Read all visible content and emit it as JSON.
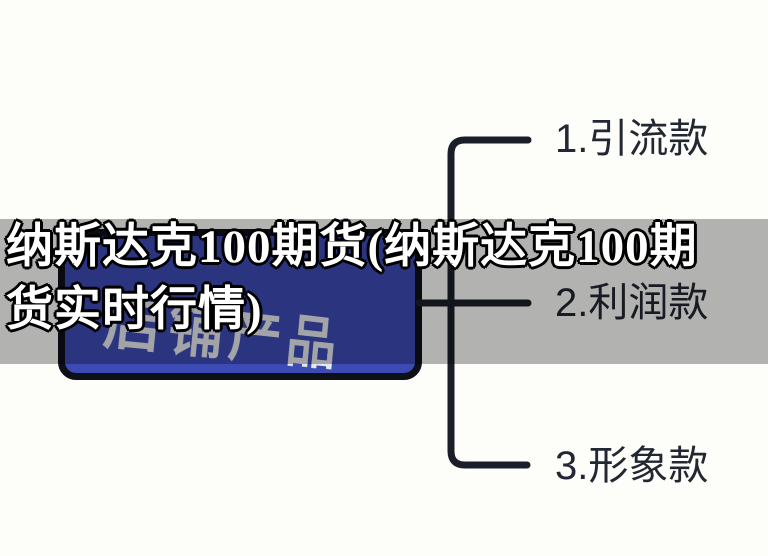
{
  "page": {
    "background_color": "#fdfdfa",
    "overlay_band_color": "rgba(0,0,0,0.295)"
  },
  "headline": {
    "line1": "纳斯达克100期货(纳斯达克100期",
    "line2": "货实时行情)",
    "text_color": "#ffffff",
    "outline_color": "#000000"
  },
  "mindmap": {
    "root": {
      "label": "店铺产品",
      "fill_color": "#3c4ab4",
      "border_color": "#0e1017",
      "label_color": "#e7e8ee"
    },
    "branches": [
      {
        "label": "1.引流款"
      },
      {
        "label": "2.利润款"
      },
      {
        "label": "3.形象款"
      }
    ],
    "line_color": "#1b1e28",
    "branch_label_color": "#232732"
  }
}
